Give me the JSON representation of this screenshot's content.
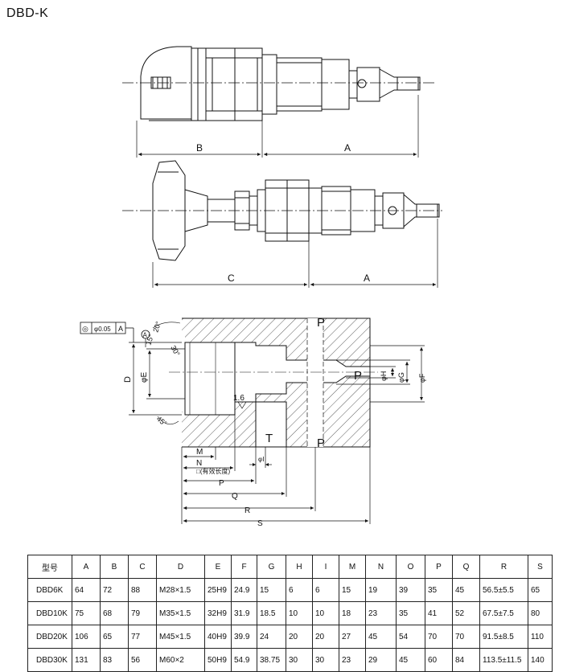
{
  "title": "DBD-K",
  "labels": {
    "A_top": "A",
    "B": "B",
    "C": "C",
    "A_mid": "A",
    "D": "D",
    "phiE": "φE",
    "phiF": "φF",
    "phiG": "φG",
    "phiH": "φH",
    "phiI": "φI",
    "M": "M",
    "N": "N",
    "effective": "□(有效长度)",
    "P_dim": "P",
    "Q": "Q",
    "R": "R",
    "S": "S",
    "port_P_top": "P",
    "port_P_right": "P",
    "port_P_bottom": "P",
    "port_T": "T",
    "angle_15": "15°",
    "angle_20": "20°",
    "angle_30": "30°",
    "angle_45": "45°",
    "roughness": "1.6",
    "datum": "A",
    "tol_circle": "◎",
    "tol_value": "φ0.05",
    "tol_datum": "A"
  },
  "table": {
    "headers": [
      "型号",
      "A",
      "B",
      "C",
      "D",
      "E",
      "F",
      "G",
      "H",
      "I",
      "M",
      "N",
      "O",
      "P",
      "Q",
      "R",
      "S"
    ],
    "rows": [
      [
        "DBD6K",
        "64",
        "72",
        "88",
        "M28×1.5",
        "25H9",
        "24.9",
        "15",
        "6",
        "6",
        "15",
        "19",
        "39",
        "35",
        "45",
        "56.5±5.5",
        "65"
      ],
      [
        "DBD10K",
        "75",
        "68",
        "79",
        "M35×1.5",
        "32H9",
        "31.9",
        "18.5",
        "10",
        "10",
        "18",
        "23",
        "35",
        "41",
        "52",
        "67.5±7.5",
        "80"
      ],
      [
        "DBD20K",
        "106",
        "65",
        "77",
        "M45×1.5",
        "40H9",
        "39.9",
        "24",
        "20",
        "20",
        "27",
        "45",
        "54",
        "70",
        "70",
        "91.5±8.5",
        "110"
      ],
      [
        "DBD30K",
        "131",
        "83",
        "56",
        "M60×2",
        "50H9",
        "54.9",
        "38.75",
        "30",
        "30",
        "23",
        "29",
        "45",
        "60",
        "84",
        "113.5±11.5",
        "140"
      ]
    ]
  }
}
